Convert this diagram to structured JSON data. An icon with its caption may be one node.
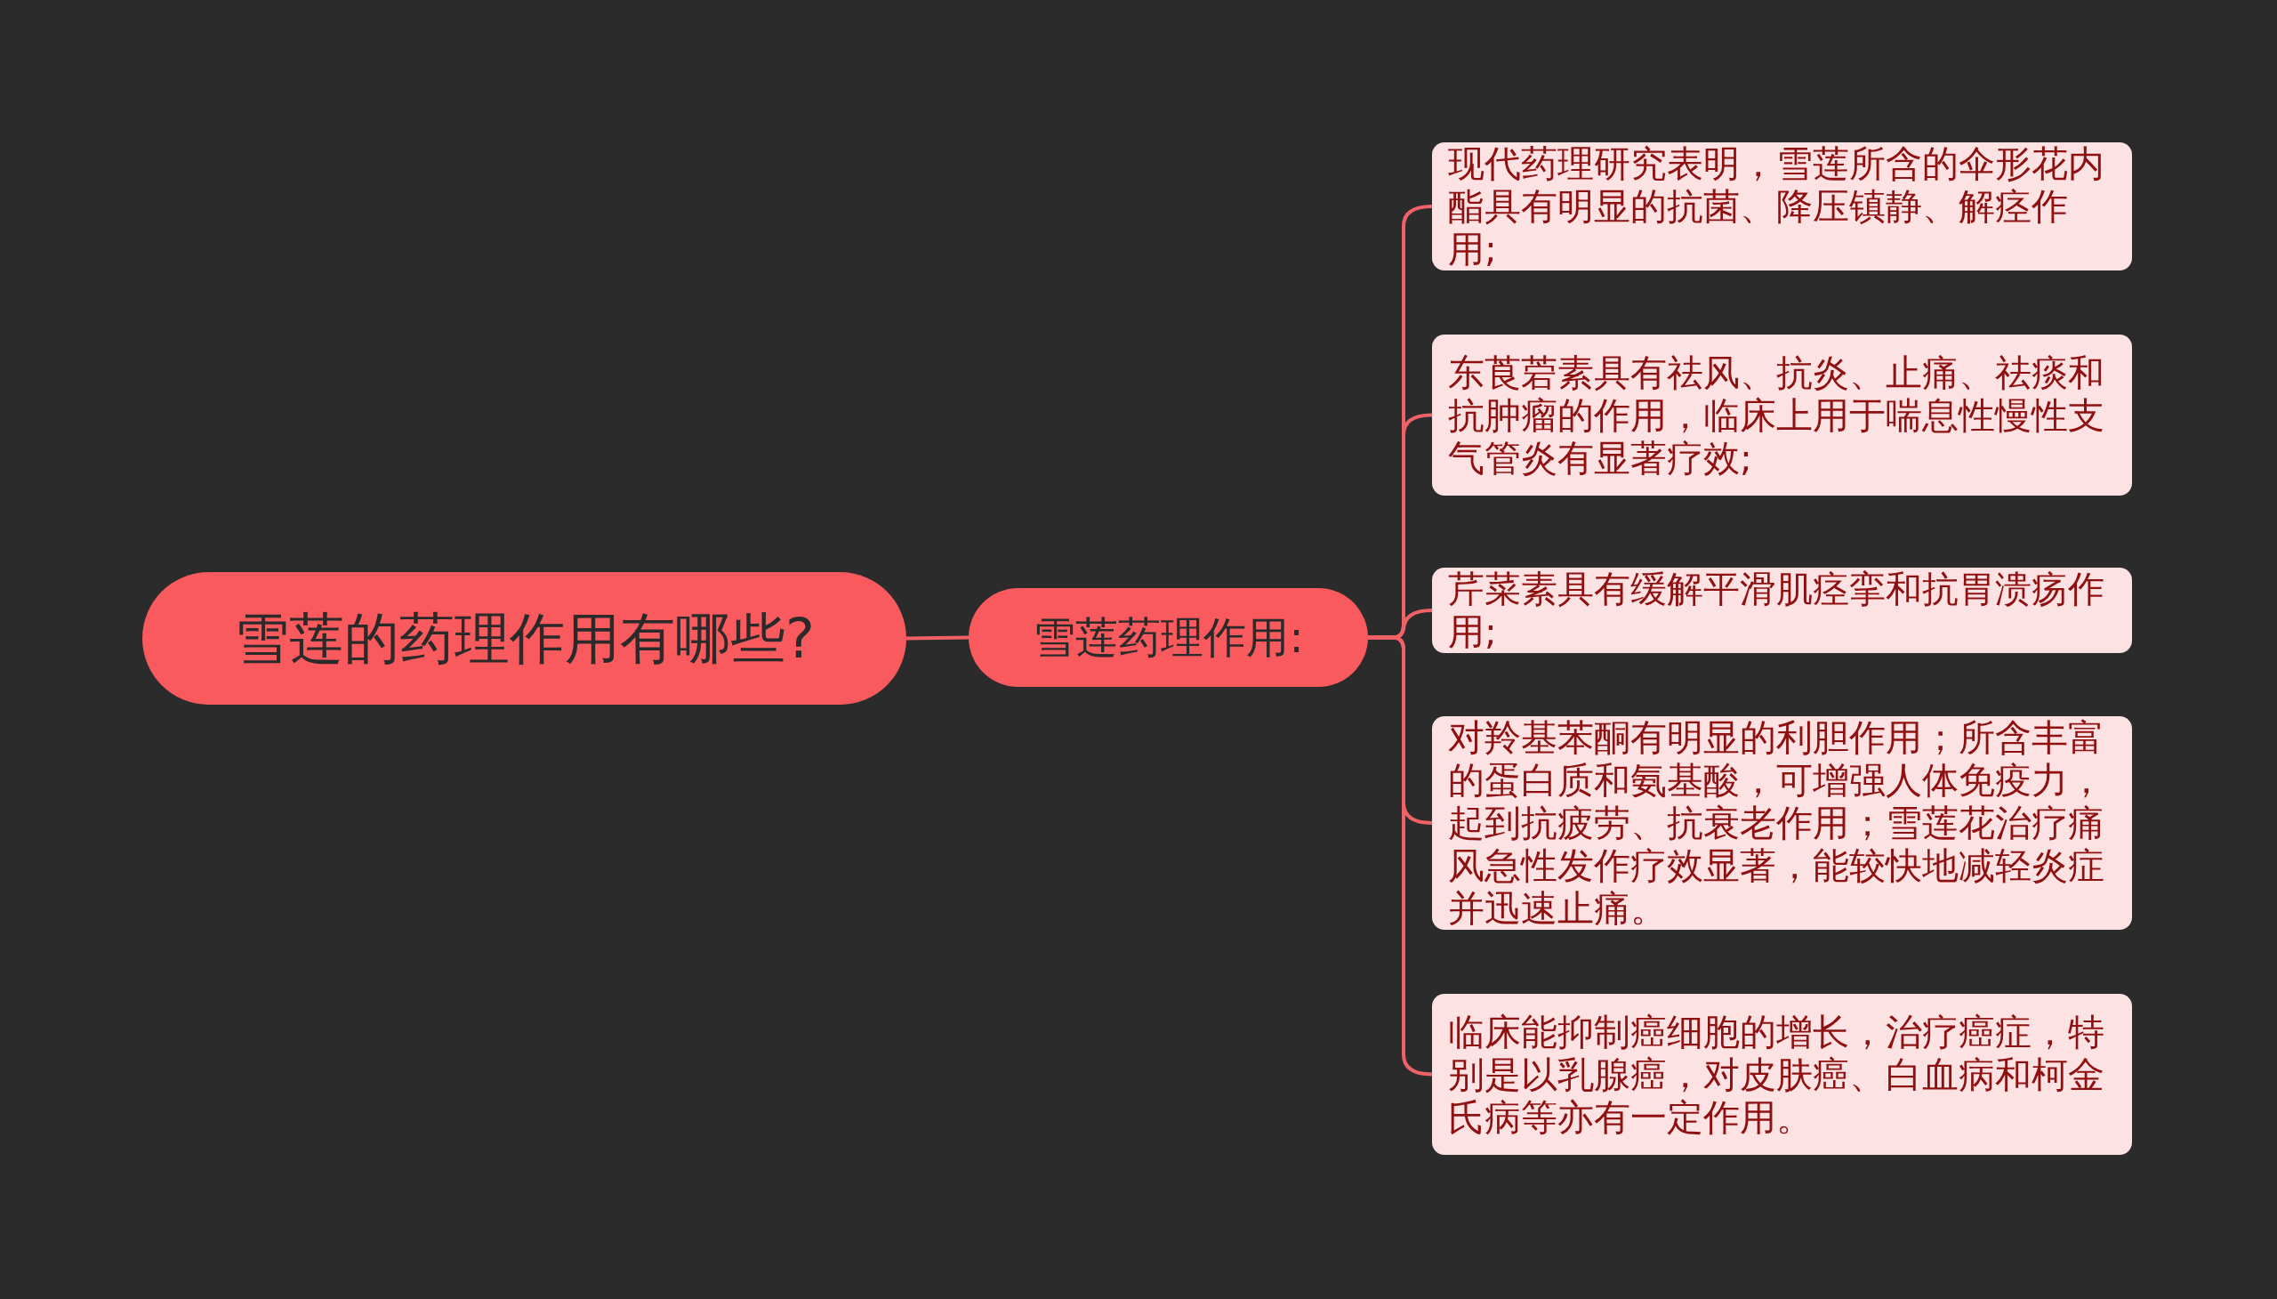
{
  "diagram": {
    "nodes": [
      {
        "text": [
          "雪莲的药理作用有哪些?"
        ]
      },
      {
        "text": [
          "雪莲药理作用:"
        ]
      },
      {
        "text": [
          "现代药理研究表明，雪莲所含的伞形花内酯具有明显的抗菌、降压镇静、解痉作用;"
        ]
      },
      {
        "text": [
          "东莨菪素具有祛风、抗炎、止痛、祛痰和抗肿瘤的作用，临床上用于喘息性慢性支气管炎有显著疗效;"
        ]
      },
      {
        "text": [
          "芹菜素具有缓解平滑肌痉挛和抗胃溃疡作用;"
        ]
      },
      {
        "text": [
          "对羚基苯酮有明显的利胆作用；所含丰富的蛋白质和氨基酸，可增强人体免疫力，起到抗疲劳、抗衰老作用；雪莲花治疗痛风急性发作疗效显著，能较快地减轻炎症并迅速止痛。"
        ]
      },
      {
        "text": [
          "临床能抑制癌细胞的增长，治疗癌症，特别是以乳腺癌，对皮肤癌、白血病和柯金氏病等亦有一定作用。"
        ]
      }
    ],
    "edges": [
      {
        "from": 0,
        "to": 1,
        "arrow": "none"
      },
      {
        "from": 1,
        "to": 2,
        "arrow": "none"
      },
      {
        "from": 1,
        "to": 3,
        "arrow": "none"
      },
      {
        "from": 1,
        "to": 4,
        "arrow": "none"
      },
      {
        "from": 1,
        "to": 5,
        "arrow": "none"
      },
      {
        "from": 1,
        "to": 6,
        "arrow": "none"
      }
    ]
  }
}
